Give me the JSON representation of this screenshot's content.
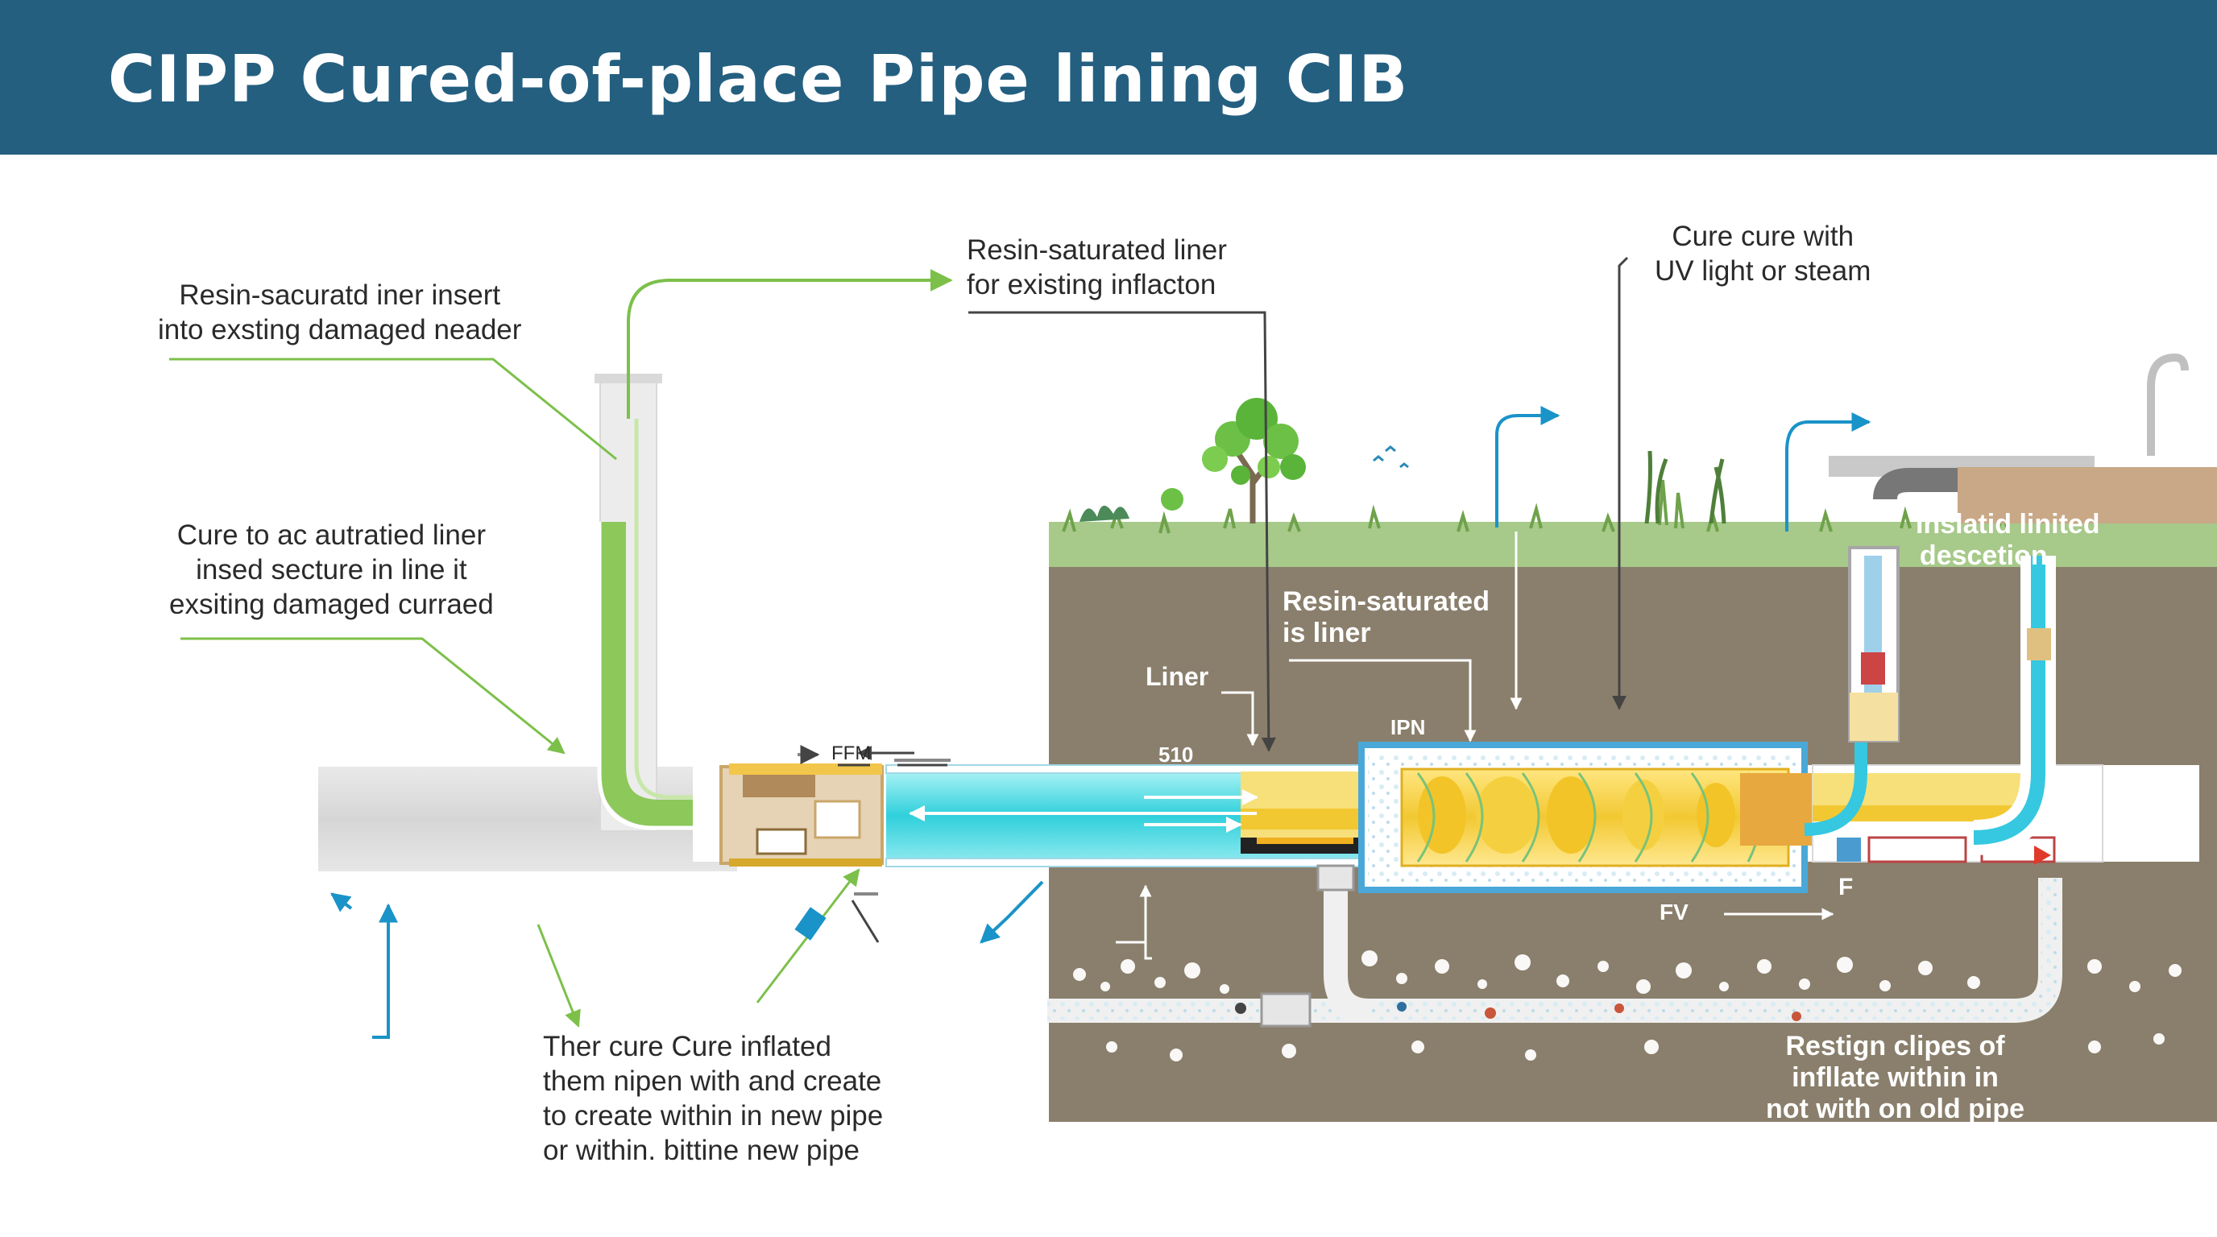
{
  "header": {
    "title": "CIPP Cured-of-place Pipe lining CIB"
  },
  "colors": {
    "header_bg": "#245f80",
    "soil": "#8a7f6c",
    "grass": "#8ab85a",
    "liner_green": "#8cc85a",
    "flow_cyan": "#35d4e0",
    "resin_yellow": "#f2d23c",
    "arrow_blue": "#1a93c8",
    "callout_green": "#7cc04a"
  },
  "labels": {
    "top_left": [
      "Resin-sacuratd iner insert",
      "into exsting damaged neader"
    ],
    "mid_left": [
      "Cure to ac autratied liner",
      "insed secture in line it",
      "exsiting damaged curraed"
    ],
    "top_center": [
      "Resin-saturated liner",
      "for existing inflacton"
    ],
    "top_right": [
      "Cure cure with",
      "UV light or steam"
    ],
    "bottom_center": [
      "Ther cure Cure inflated",
      "them nipen with and create",
      "to create within in new pipe",
      "or within. bittine new pipe"
    ],
    "soil_resin": [
      "Resin-saturated",
      "is liner"
    ],
    "liner": "Liner",
    "insulated": [
      "Inslatid linited",
      "descetion"
    ],
    "bottom_right": [
      "Restign clipes of",
      "infllate within in",
      "not with on old pipe"
    ],
    "code_ffm": "FFM",
    "code_510": "510",
    "code_ipn": "IPN",
    "code_fv": "FV",
    "code_f": "F"
  }
}
